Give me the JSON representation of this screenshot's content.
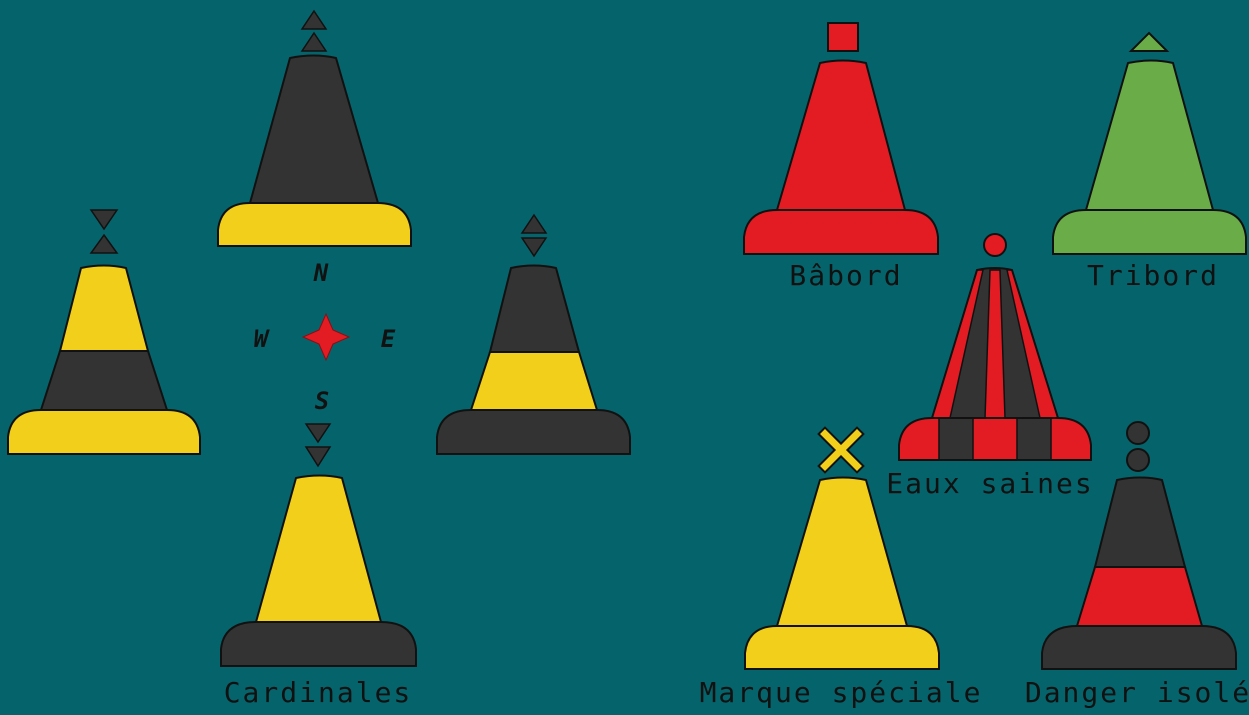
{
  "colors": {
    "background": "#05646b",
    "black": "#333333",
    "yellow": "#f2cf1a",
    "red": "#e31b23",
    "green": "#6aac47",
    "outline": "#111111"
  },
  "cardinal": {
    "compass": {
      "north": "N",
      "south": "S",
      "east": "E",
      "west": "W",
      "rose_icon": "compass-rose-icon"
    },
    "title": "Cardinales",
    "buoys": [
      {
        "id": "north",
        "topmark": "two-cones-up",
        "bands": [
          "black",
          "yellow"
        ]
      },
      {
        "id": "west",
        "topmark": "cones-point-to-point",
        "bands": [
          "yellow",
          "black",
          "yellow"
        ]
      },
      {
        "id": "east",
        "topmark": "cones-base-to-base",
        "bands": [
          "black",
          "yellow",
          "black"
        ]
      },
      {
        "id": "south",
        "topmark": "two-cones-down",
        "bands": [
          "yellow",
          "black"
        ]
      }
    ]
  },
  "lateral": {
    "port": {
      "label": "Bâbord",
      "color": "red",
      "topmark": "square"
    },
    "starboard": {
      "label": "Tribord",
      "color": "green",
      "topmark": "triangle"
    }
  },
  "safe_water": {
    "label": "Eaux saines",
    "colors": [
      "red",
      "black"
    ],
    "topmark": "red-sphere"
  },
  "special": {
    "label": "Marque spéciale",
    "color": "yellow",
    "topmark": "yellow-x"
  },
  "isolated_danger": {
    "label": "Danger isolé",
    "colors": [
      "black",
      "red",
      "black"
    ],
    "topmark": "two-black-spheres"
  }
}
